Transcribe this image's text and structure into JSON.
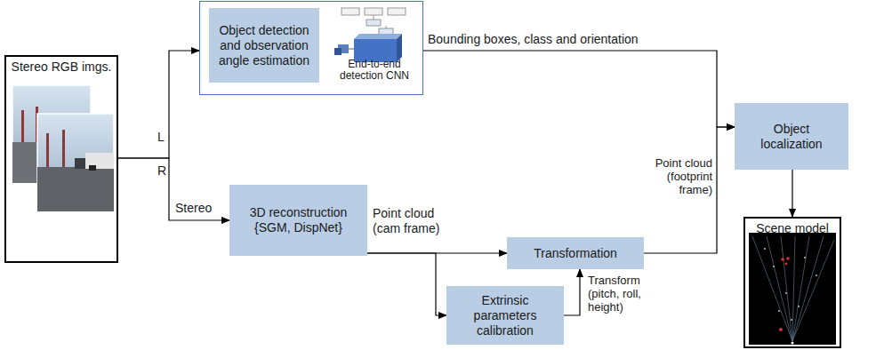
{
  "diagram": {
    "nodes": [
      {
        "text": [
          "Stereo RGB imgs."
        ]
      },
      {
        "text": [
          "End-to-end detection CNN"
        ]
      },
      {
        "text": [
          "Object detection and observation angle estimation"
        ],
        "in": 1
      },
      {
        "text": [
          "3D reconstruction {SGM, DispNet}"
        ]
      },
      {
        "text": [
          "Transformation"
        ]
      },
      {
        "text": [
          "Extrinsic parameters calibration"
        ]
      },
      {
        "text": [
          "Object localization"
        ]
      },
      {
        "text": [
          "Scene model"
        ]
      }
    ],
    "edges": [
      {
        "from": 0,
        "to": 1,
        "label": "L",
        "arrow": "to"
      },
      {
        "from": 0,
        "to": 3,
        "label": "R",
        "arrow": "to"
      },
      {
        "from": 1,
        "to": 6,
        "label": "Bounding boxes, class and orientation",
        "arrow": "to"
      },
      {
        "from": 3,
        "to": 4,
        "label": "Point cloud (cam frame)",
        "arrow": "to"
      },
      {
        "from": 3,
        "to": 5,
        "arrow": "to"
      },
      {
        "from": 5,
        "to": 4,
        "label": "Transform (pitch, roll, height)",
        "arrow": "to"
      },
      {
        "from": 4,
        "to": 6,
        "label": "Point cloud (footprint frame)",
        "arrow": "to"
      },
      {
        "from": 6,
        "to": 7,
        "arrow": "to"
      }
    ],
    "labels": [
      "Stereo"
    ]
  }
}
